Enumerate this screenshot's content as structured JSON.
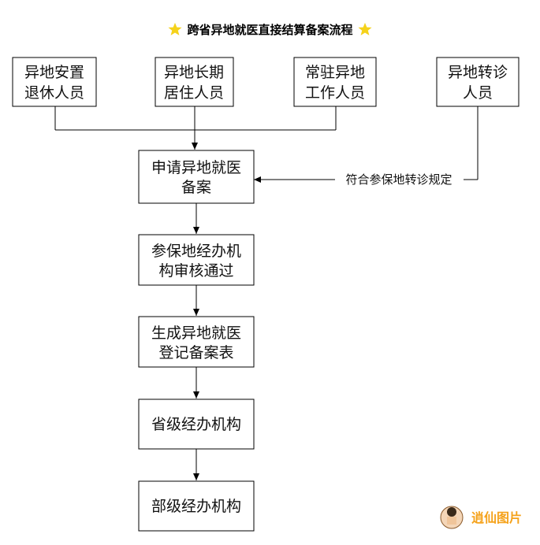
{
  "title": "跨省异地就医直接结算备案流程",
  "colors": {
    "star": "#f5d21b",
    "line": "#000000",
    "watermark": "#f5a21b"
  },
  "top_boxes": [
    {
      "line1": "异地安置",
      "line2": "退休人员"
    },
    {
      "line1": "异地长期",
      "line2": "居住人员"
    },
    {
      "line1": "常驻异地",
      "line2": "工作人员"
    },
    {
      "line1": "异地转诊",
      "line2": "人员"
    }
  ],
  "edge_label": "符合参保地转诊规定",
  "steps": [
    {
      "line1": "申请异地就医",
      "line2": "备案"
    },
    {
      "line1": "参保地经办机",
      "line2": "构审核通过"
    },
    {
      "line1": "生成异地就医",
      "line2": "登记备案表"
    },
    {
      "line1": "省级经办机构",
      "line2": ""
    },
    {
      "line1": "部级经办机构",
      "line2": ""
    }
  ],
  "watermark": {
    "text": "逍仙图片"
  }
}
